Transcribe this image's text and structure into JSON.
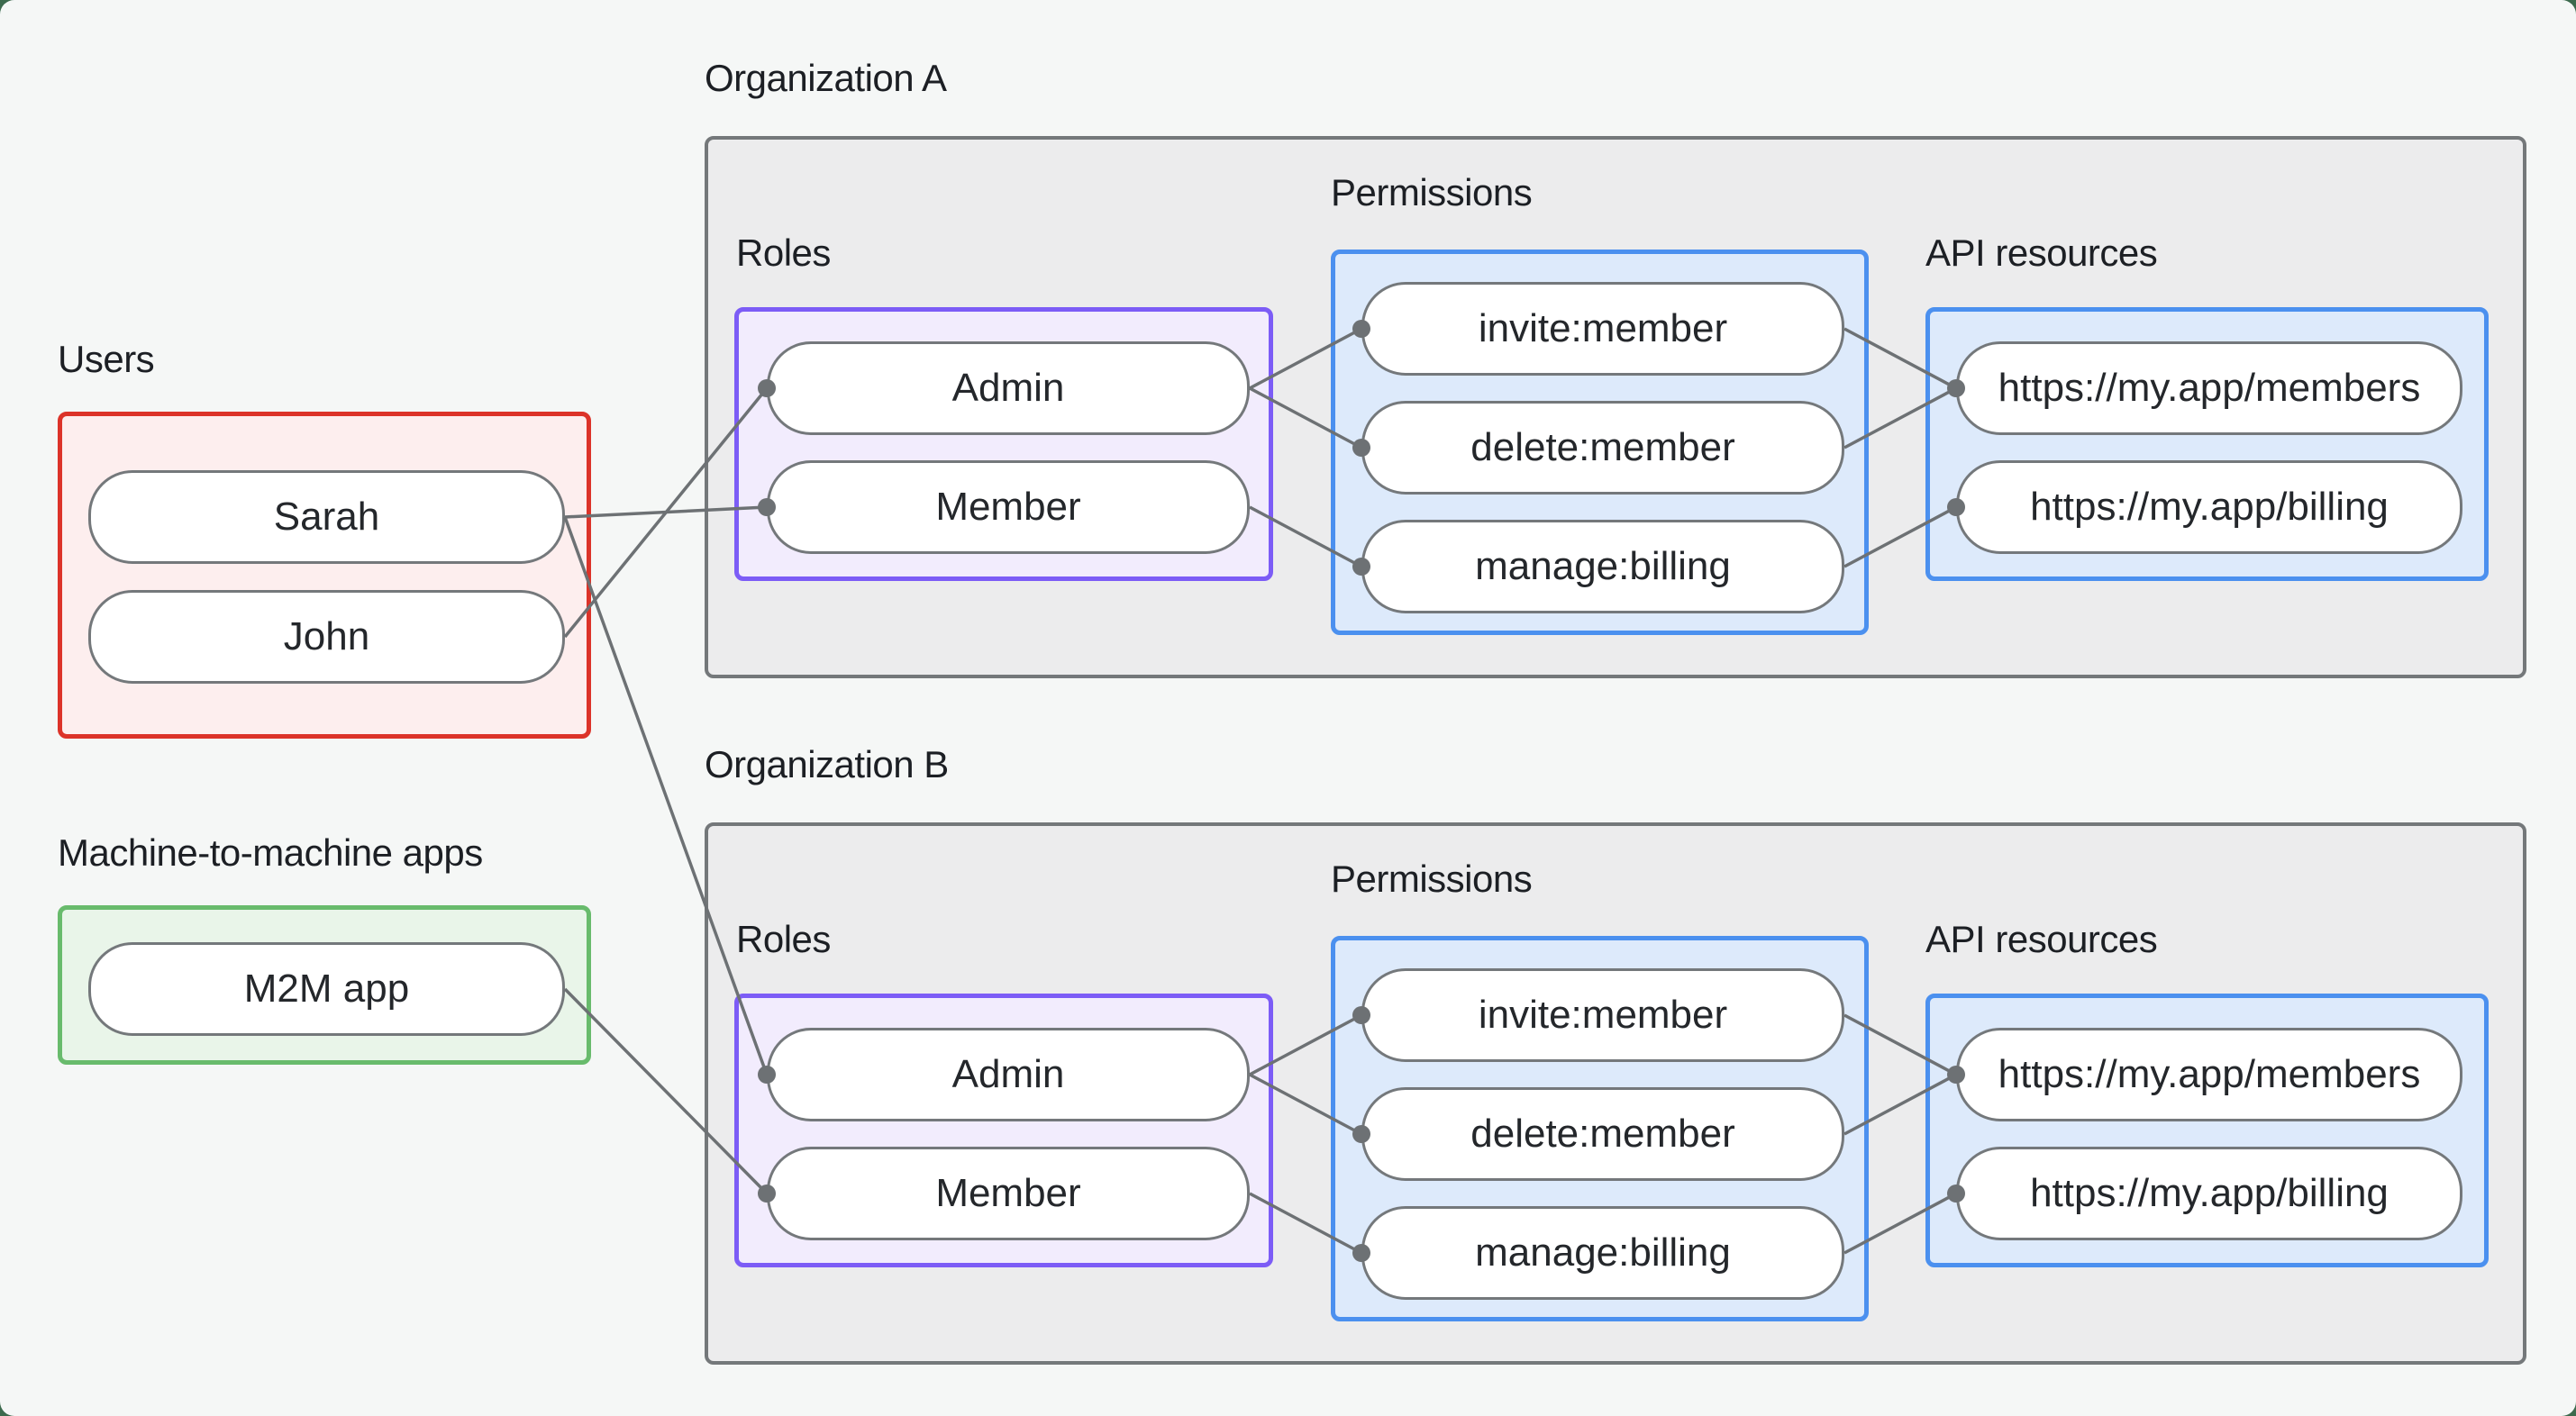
{
  "diagram": {
    "groups": {
      "users": {
        "label": "Users",
        "items": [
          {
            "id": "sarah",
            "label": "Sarah"
          },
          {
            "id": "john",
            "label": "John"
          }
        ]
      },
      "machine_apps": {
        "label": "Machine-to-machine apps",
        "items": [
          {
            "id": "m2m",
            "label": "M2M app"
          }
        ]
      }
    },
    "organizations": [
      {
        "title": "Organization A",
        "roles": {
          "label": "Roles",
          "items": [
            {
              "id": "orgA-admin",
              "label": "Admin"
            },
            {
              "id": "orgA-member",
              "label": "Member"
            }
          ]
        },
        "permissions": {
          "label": "Permissions",
          "items": [
            {
              "id": "orgA-invite",
              "label": "invite:member"
            },
            {
              "id": "orgA-delete",
              "label": "delete:member"
            },
            {
              "id": "orgA-manage",
              "label": "manage:billing"
            }
          ]
        },
        "api_resources": {
          "label": "API resources",
          "items": [
            {
              "id": "orgA-members",
              "label": "https://my.app/members"
            },
            {
              "id": "orgA-billing",
              "label": "https://my.app/billing"
            }
          ]
        }
      },
      {
        "title": "Organization B",
        "roles": {
          "label": "Roles",
          "items": [
            {
              "id": "orgB-admin",
              "label": "Admin"
            },
            {
              "id": "orgB-member",
              "label": "Member"
            }
          ]
        },
        "permissions": {
          "label": "Permissions",
          "items": [
            {
              "id": "orgB-invite",
              "label": "invite:member"
            },
            {
              "id": "orgB-delete",
              "label": "delete:member"
            },
            {
              "id": "orgB-manage",
              "label": "manage:billing"
            }
          ]
        },
        "api_resources": {
          "label": "API resources",
          "items": [
            {
              "id": "orgB-members",
              "label": "https://my.app/members"
            },
            {
              "id": "orgB-billing",
              "label": "https://my.app/billing"
            }
          ]
        }
      }
    ],
    "edges": [
      {
        "from": "sarah",
        "to": "orgA-member"
      },
      {
        "from": "john",
        "to": "orgA-admin"
      },
      {
        "from": "sarah",
        "to": "orgB-admin"
      },
      {
        "from": "m2m",
        "to": "orgB-member"
      },
      {
        "from": "orgA-admin",
        "to": "orgA-invite"
      },
      {
        "from": "orgA-admin",
        "to": "orgA-delete"
      },
      {
        "from": "orgA-member",
        "to": "orgA-manage"
      },
      {
        "from": "orgA-invite",
        "to": "orgA-members"
      },
      {
        "from": "orgA-delete",
        "to": "orgA-members"
      },
      {
        "from": "orgA-manage",
        "to": "orgA-billing"
      },
      {
        "from": "orgB-admin",
        "to": "orgB-invite"
      },
      {
        "from": "orgB-admin",
        "to": "orgB-delete"
      },
      {
        "from": "orgB-member",
        "to": "orgB-manage"
      },
      {
        "from": "orgB-invite",
        "to": "orgB-members"
      },
      {
        "from": "orgB-delete",
        "to": "orgB-members"
      },
      {
        "from": "orgB-manage",
        "to": "orgB-billing"
      }
    ],
    "colors": {
      "background": "#f5f7f6",
      "backdrop": "#3c6a4d",
      "org_box_fill": "#ececed",
      "org_box_border": "#74787a",
      "users_border": "#dc3329",
      "users_fill": "#fdeeee",
      "m2m_border": "#68bb6c",
      "m2m_fill": "#e9f5e9",
      "roles_border": "#7c5cf6",
      "roles_fill": "#f2ecfd",
      "permissions_border": "#4b90ef",
      "permissions_fill": "#ddeafb",
      "pill_fill": "#ffffff",
      "pill_border": "#74787b",
      "edge_line": "#6d7174",
      "text": "#1c1f24"
    }
  }
}
